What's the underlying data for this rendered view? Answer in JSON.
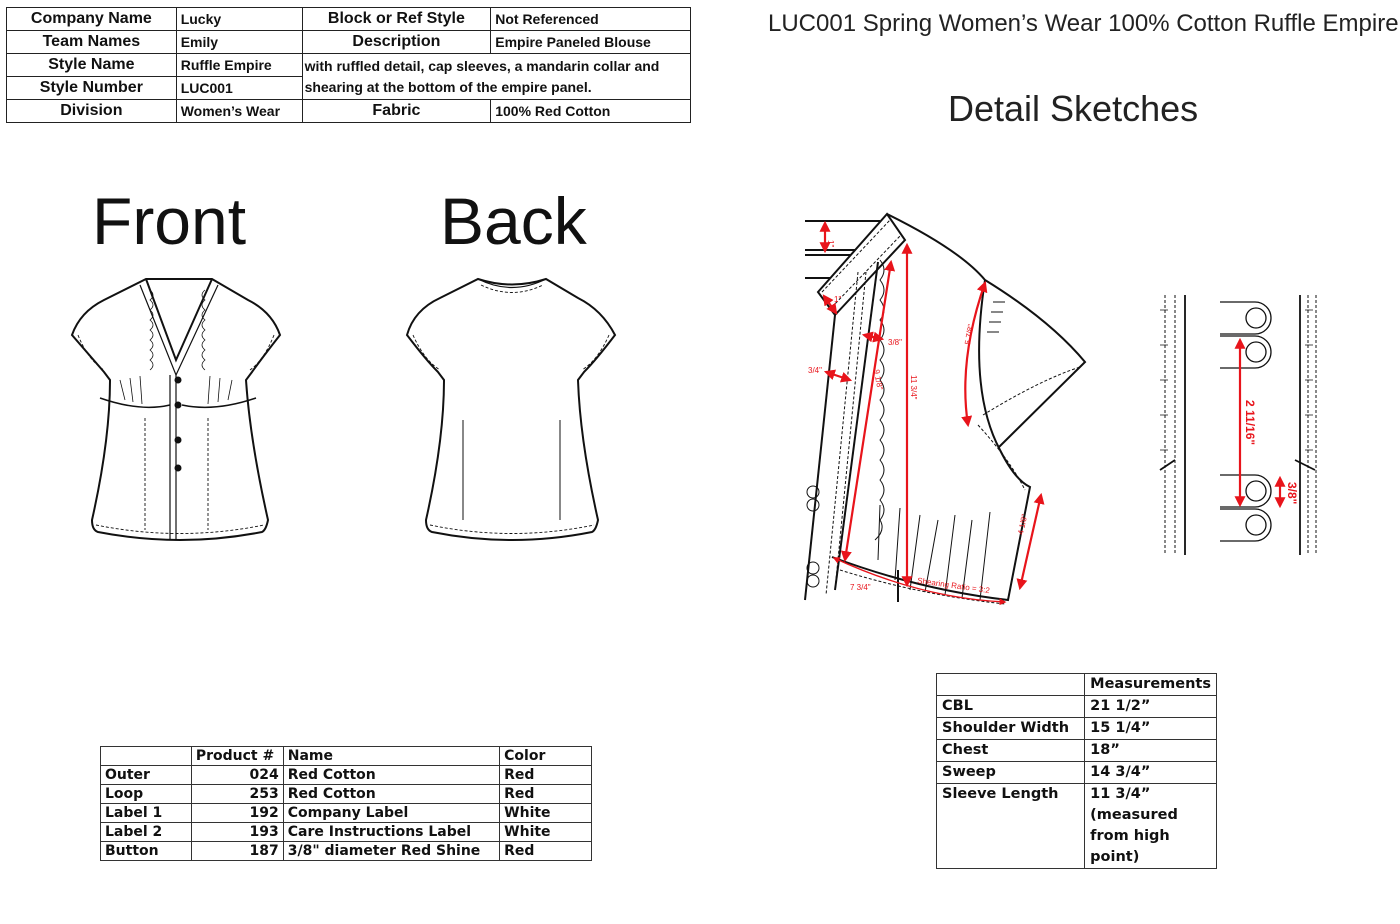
{
  "spec": {
    "company_label": "Company Name",
    "company_value": "Lucky",
    "block_label": "Block or Ref Style",
    "block_value": "Not Referenced",
    "team_label": "Team Names",
    "team_value": "Emily",
    "description_label": "Description",
    "description_line1": "Empire Paneled Blouse",
    "description_rest": "with ruffled detail, cap sleeves, a mandarin collar and shearing at the bottom of the empire panel.",
    "style_name_label": "Style Name",
    "style_name_value": "Ruffle Empire",
    "style_number_label": "Style Number",
    "style_number_value": "LUC001",
    "division_label": "Division",
    "division_value": "Women’s Wear",
    "fabric_label": "Fabric",
    "fabric_value": "100% Red Cotton"
  },
  "header": {
    "title": "LUC001 Spring Women’s Wear 100% Cotton Ruffle Empire",
    "detail_title": "Detail Sketches"
  },
  "views": {
    "front": "Front",
    "back": "Back"
  },
  "detail_sketch": {
    "accent_color": "#e8141b",
    "dims": {
      "collar_height": "1\"",
      "collar_width": "1\"",
      "placket": "3/4\"",
      "ruffle": "3/8\"",
      "ruffle_length": "9 1/8\"",
      "center_length": "11 3/4\"",
      "armhole": "5 7/8\"",
      "side_seam": "4 1/8\"",
      "hem": "7 3/4\"",
      "shearing": "Shearing Ratio = 3:2",
      "button_spacing": "2 11/16\"",
      "button_diameter": "3/8\""
    }
  },
  "components": {
    "headers": [
      "",
      "Product #",
      "Name",
      "Color"
    ],
    "rows": [
      [
        "Outer",
        "024",
        "Red Cotton",
        "Red"
      ],
      [
        "Loop",
        "253",
        "Red Cotton",
        "Red"
      ],
      [
        "Label 1",
        "192",
        "Company Label",
        "White"
      ],
      [
        "Label 2",
        "193",
        "Care Instructions Label",
        "White"
      ],
      [
        "Button",
        "187",
        "3/8\" diameter Red Shine",
        "Red"
      ]
    ]
  },
  "measurements": {
    "header": "Measurements",
    "rows": [
      [
        "CBL",
        "21  1/2”"
      ],
      [
        "Shoulder Width",
        "15  1/4”"
      ],
      [
        "Chest",
        "18”"
      ],
      [
        "Sweep",
        "14  3/4”"
      ],
      [
        "Sleeve Length",
        "11  3/4” (measured from high point)"
      ]
    ]
  }
}
